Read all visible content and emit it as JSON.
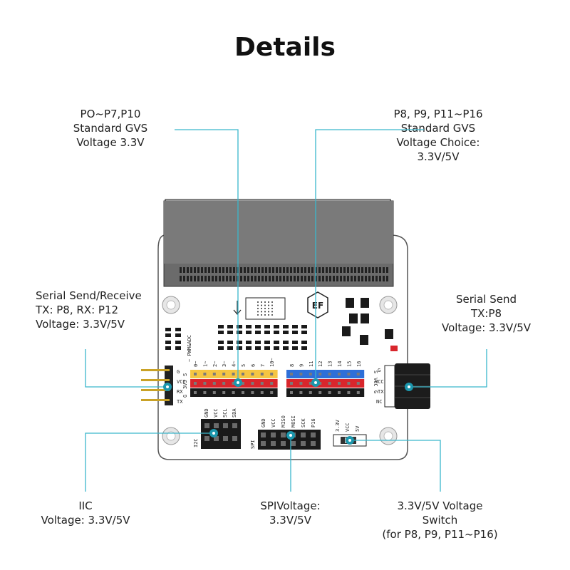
{
  "title": "Details",
  "callouts": {
    "top_left": [
      "PO~P7,P10",
      "Standard GVS",
      "Voltage 3.3V"
    ],
    "top_right": [
      "P8, P9, P11~P16",
      "Standard GVS",
      "Voltage Choice:",
      "3.3V/5V"
    ],
    "mid_left": [
      "Serial Send/Receive",
      "TX: P8, RX: P12",
      "Voltage: 3.3V/5V"
    ],
    "mid_right": [
      "Serial Send",
      "TX:P8",
      "Voltage: 3.3V/5V"
    ],
    "bottom_left": [
      "IIC",
      "Voltage: 3.3V/5V"
    ],
    "bottom_center": [
      "SPIVoltage:",
      "3.3V/5V"
    ],
    "bottom_right": [
      "3.3V/5V Voltage",
      "Switch",
      "(for P8, P9, P11~P16)"
    ]
  },
  "board": {
    "pins_left": [
      "0~",
      "1~",
      "2~",
      "3~",
      "4~",
      "5",
      "6",
      "7",
      "10~"
    ],
    "pins_right": [
      "8",
      "9",
      "11",
      "12",
      "13",
      "14",
      "15",
      "16"
    ],
    "pwm_label": "~ PWM&ADC",
    "gvs_label": [
      "S",
      "3V3",
      "G"
    ],
    "vcc_label": [
      "S",
      "VCC",
      "G"
    ],
    "left_header": [
      "G",
      "VCC",
      "RX",
      "TX"
    ],
    "right_header": [
      "G",
      "VCC",
      "TX",
      "NC"
    ],
    "i2c_title": "I2C",
    "i2c_pins": [
      "GND",
      "VCC",
      "SCL",
      "SDA"
    ],
    "spi_title": "SPI",
    "spi_pins": [
      "GND",
      "VCC",
      "MISO",
      "MOSI",
      "SCK",
      "P16"
    ],
    "switch_labels": [
      "3.3V",
      "VCC",
      "5V"
    ],
    "logo_text": "EF"
  },
  "colors": {
    "accent_line": "#3ab7cc",
    "dot": "#1c97ad",
    "yellow": "#f5c542",
    "blue": "#2e6fd8",
    "red": "#d8262c",
    "black": "#1a1a1a",
    "board": "#ffffff",
    "board_outline": "#555555"
  }
}
